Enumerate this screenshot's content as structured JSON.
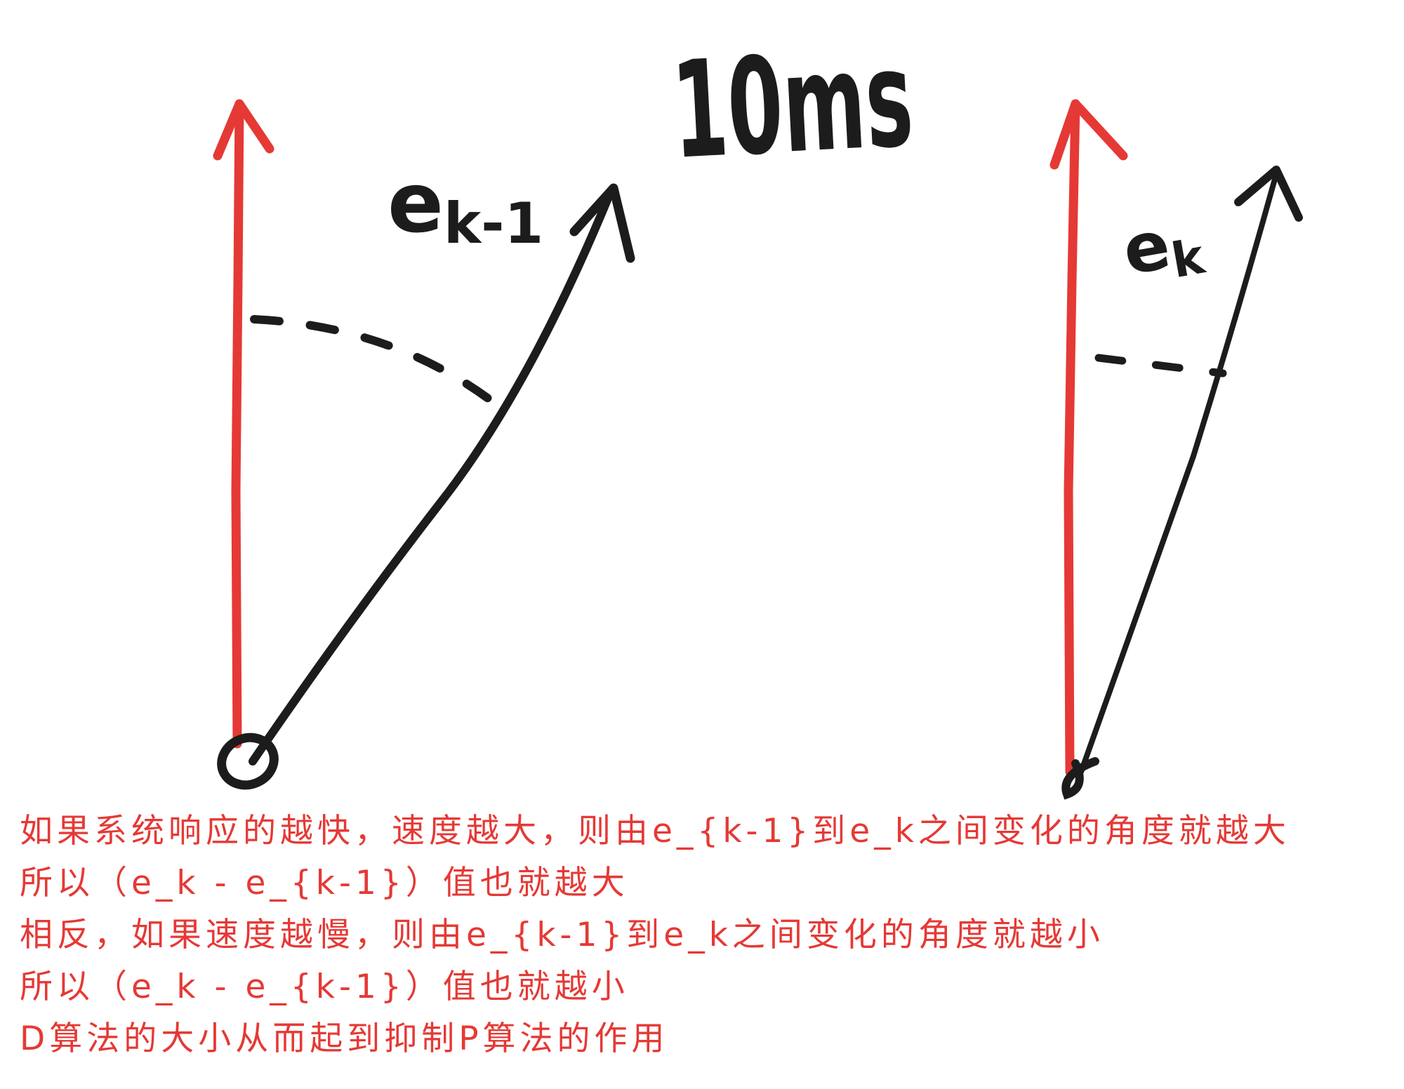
{
  "diagram": {
    "time_label": "10ms",
    "left_vector_label": "e",
    "left_vector_subscript": "k-1",
    "right_vector_label": "e",
    "right_vector_subscript": "k",
    "colors": {
      "reference_arrow": "#e53935",
      "error_arrow": "#1c1c1c",
      "note_text": "#e53935"
    }
  },
  "notes": [
    "如果系统响应的越快，速度越大，则由e_{k-1}到e_k之间变化的角度就越大",
    "所以（e_k - e_{k-1}）值也就越大",
    "相反，如果速度越慢，则由e_{k-1}到e_k之间变化的角度就越小",
    "所以（e_k - e_{k-1}）值也就越小",
    "D算法的大小从而起到抑制P算法的作用"
  ]
}
